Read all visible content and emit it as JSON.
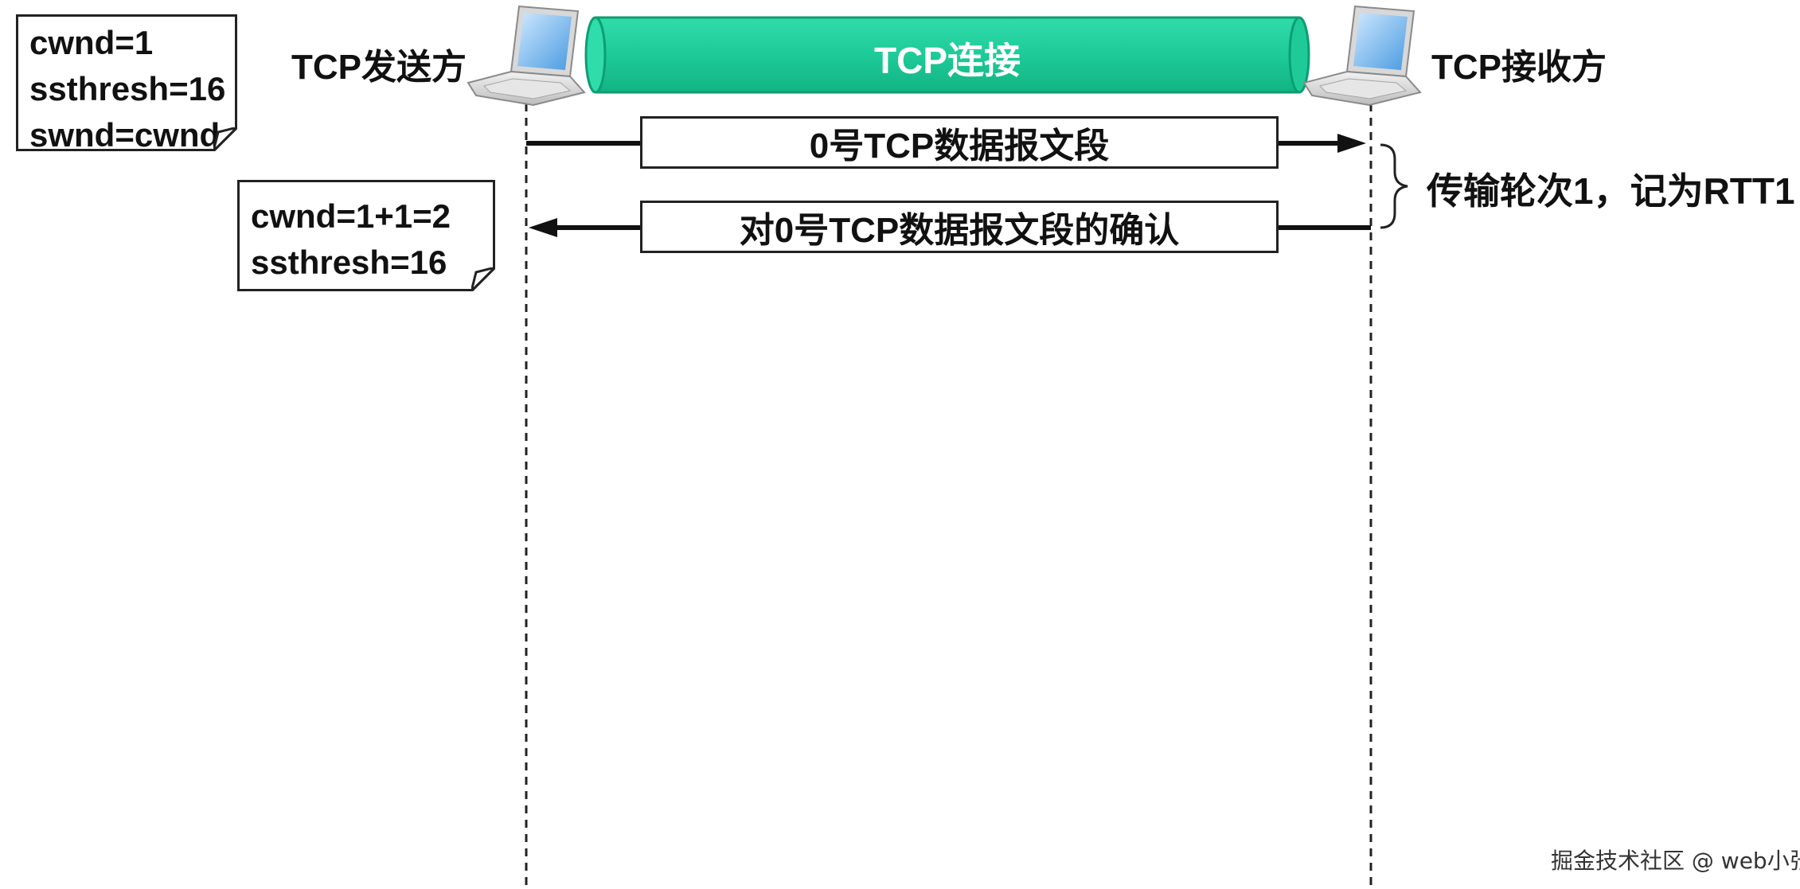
{
  "sender": {
    "label": "TCP发送方",
    "initial_note": [
      "cwnd=1",
      "ssthresh=16",
      "swnd=cwnd"
    ],
    "updated_note": [
      "cwnd=1+1=2",
      "ssthresh=16"
    ]
  },
  "receiver": {
    "label": "TCP接收方"
  },
  "connection": {
    "label": "TCP连接",
    "color": "#1ecb98"
  },
  "messages": [
    {
      "label": "0号TCP数据报文段",
      "direction": "sender-to-receiver"
    },
    {
      "label": "对0号TCP数据报文段的确认",
      "direction": "receiver-to-sender"
    }
  ],
  "rounds": [
    {
      "label": "传输轮次1，记为RTT1"
    }
  ],
  "icons": {
    "host": "laptop-icon"
  },
  "watermark": "掘金技术社区 @ web小张"
}
